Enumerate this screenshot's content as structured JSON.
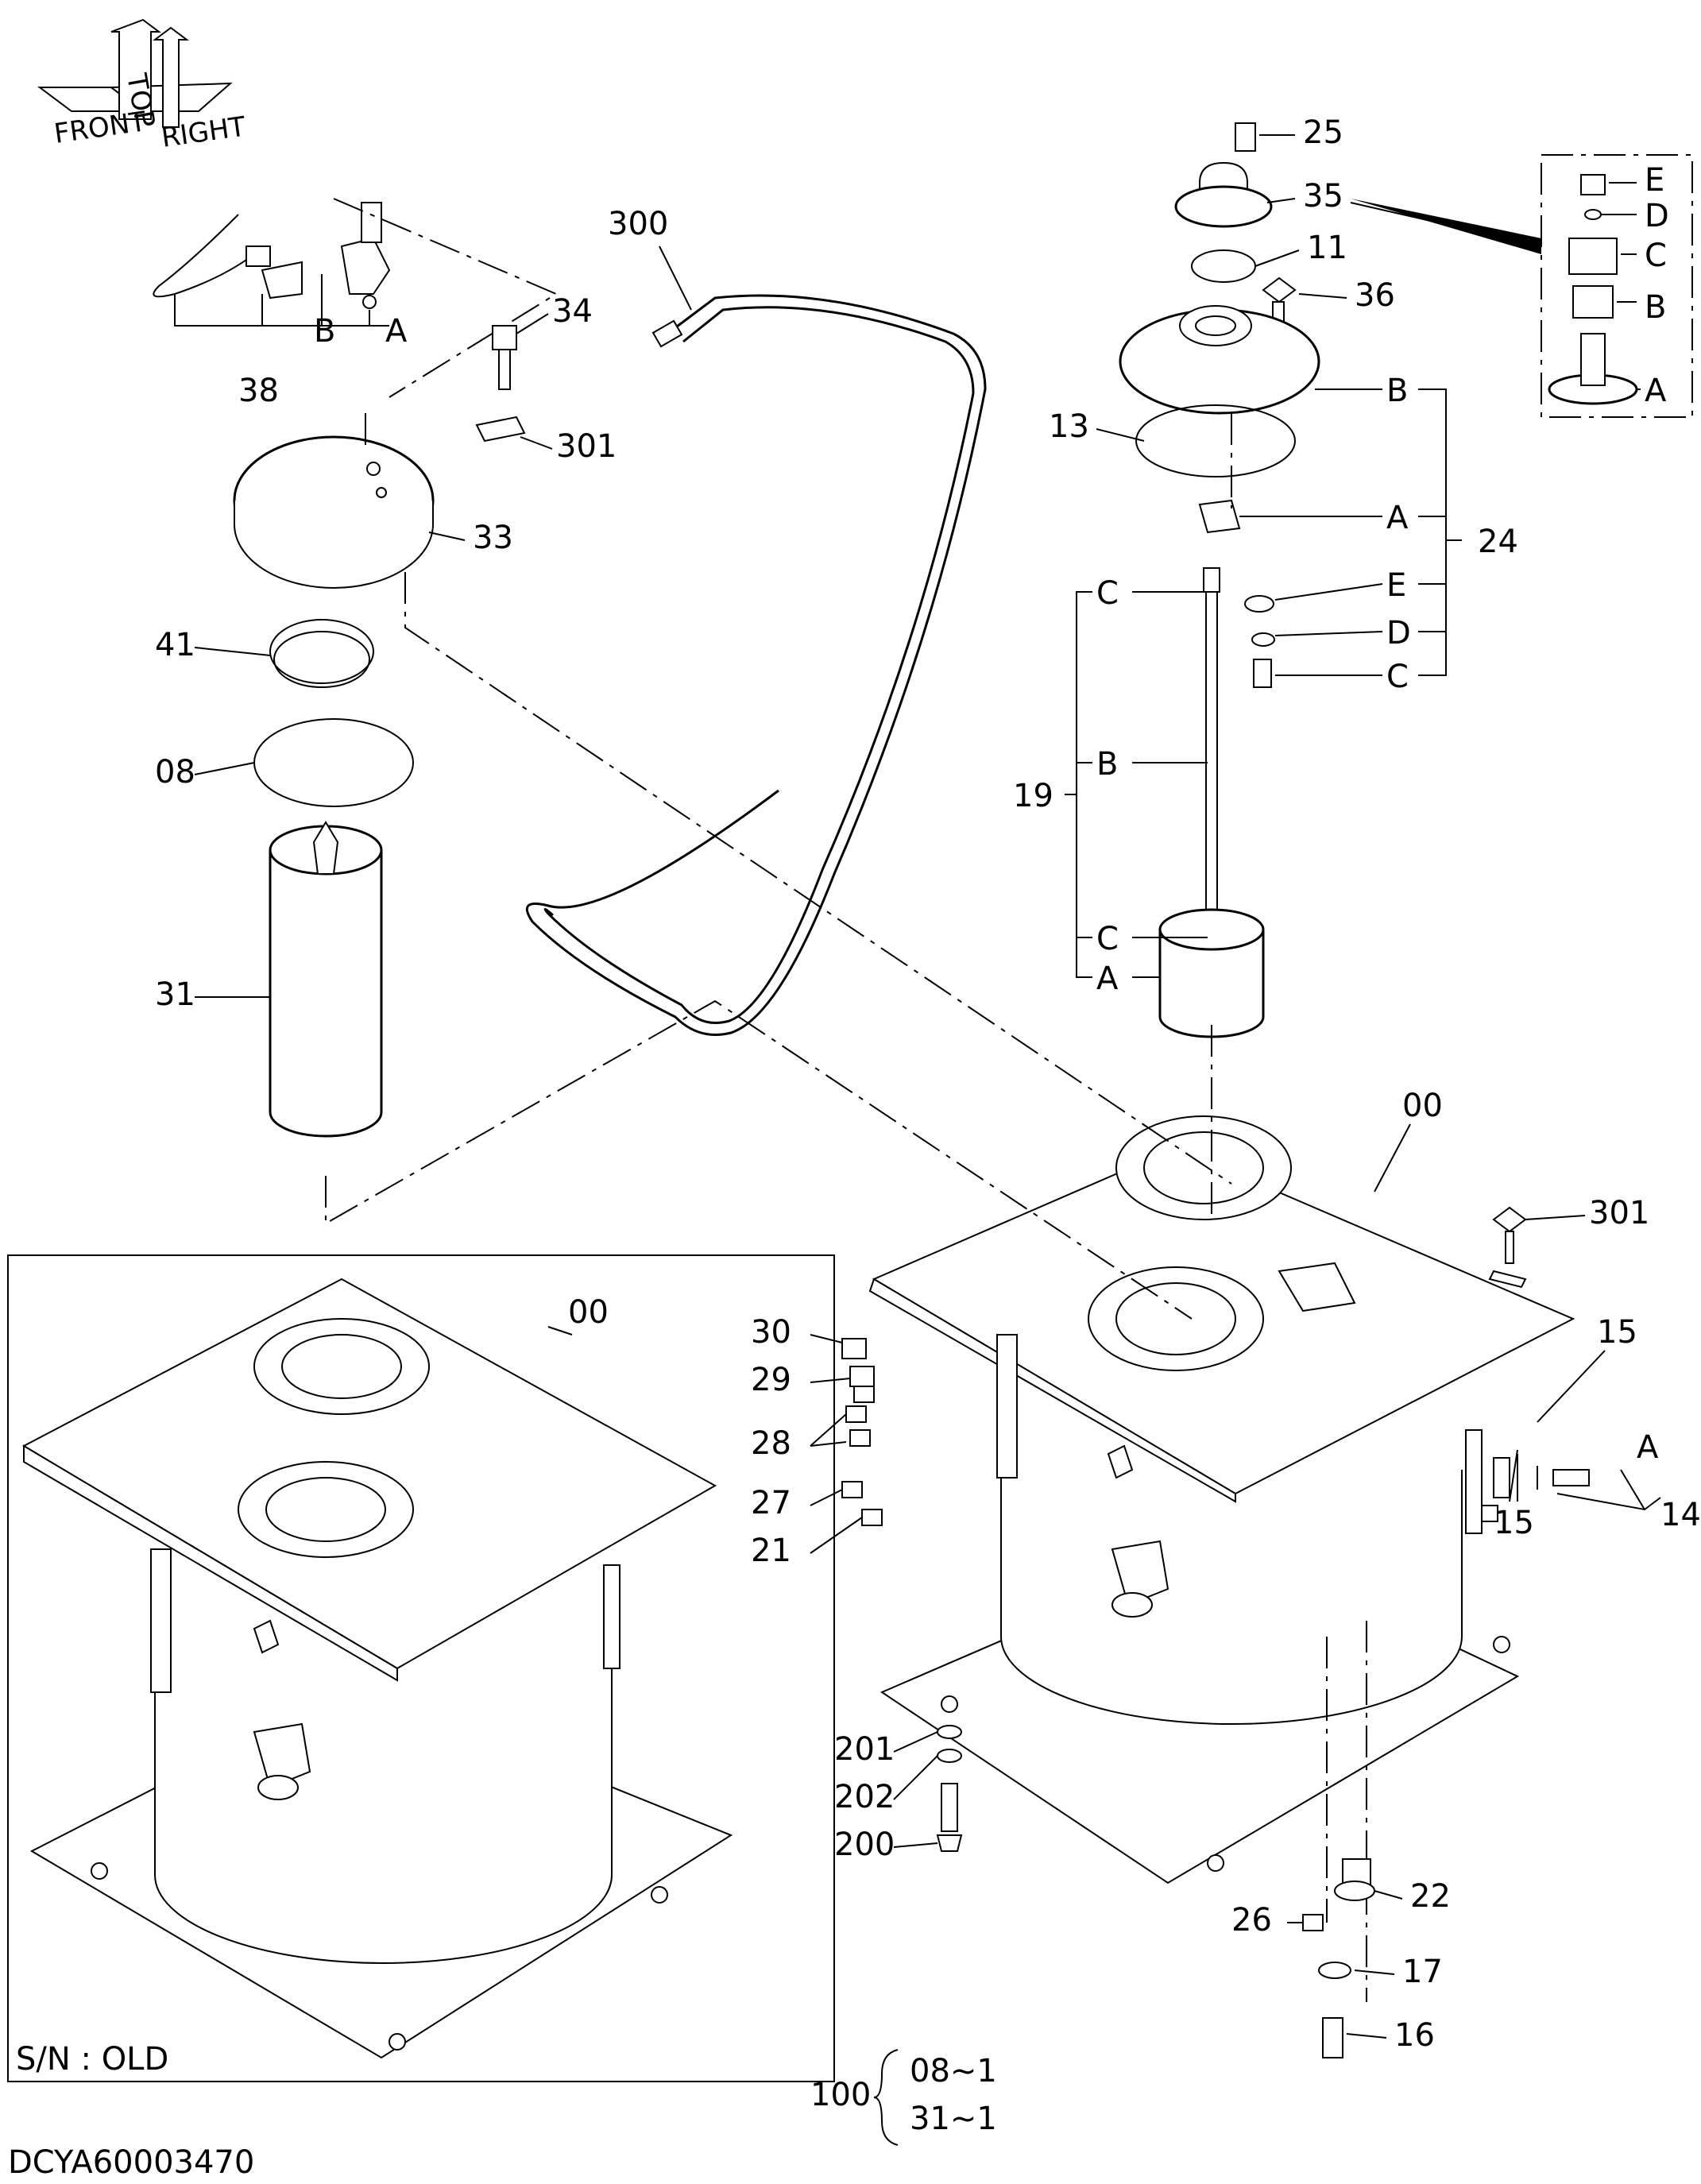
{
  "orientation": {
    "front": "FRONT",
    "top": "TOP",
    "right": "RIGHT"
  },
  "callouts": {
    "c25": "25",
    "c35": "35",
    "c11": "11",
    "c36": "36",
    "c13": "13",
    "c24": "24",
    "c19": "19",
    "c300": "300",
    "c34": "34",
    "c301a": "301",
    "c38": "38",
    "c33": "33",
    "c41": "41",
    "c08": "08",
    "c31": "31",
    "c00a": "00",
    "c00b": "00",
    "c301b": "301",
    "c15a": "15",
    "c15b": "15",
    "c14": "14",
    "c30": "30",
    "c29": "29",
    "c28": "28",
    "c27": "27",
    "c21": "21",
    "c201": "201",
    "c202": "202",
    "c200": "200",
    "c26": "26",
    "c22": "22",
    "c17": "17",
    "c16": "16"
  },
  "sub_labels": {
    "a": "A",
    "b": "B",
    "c": "C",
    "d": "D",
    "e": "E"
  },
  "inset_label": "S/N : OLD",
  "kit": {
    "number": "100",
    "item1": "08~1",
    "item2": "31~1"
  },
  "drawing_id": "DCYA60003470"
}
